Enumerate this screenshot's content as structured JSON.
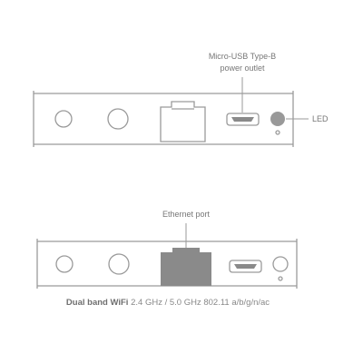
{
  "top_view": {
    "usb_label_line1": "Micro-USB Type-B",
    "usb_label_line2": "power outlet",
    "led_label": "LED"
  },
  "bottom_view": {
    "ethernet_label": "Ethernet port",
    "caption_prefix": "Dual band WiFi",
    "caption_rest": " 2.4 GHz / 5.0 GHz 802.11 a/b/g/n/ac"
  },
  "colors": {
    "outline": "#9a9a9a",
    "text": "#777777",
    "filled_port": "#8a8a8a",
    "led": "#999999"
  }
}
